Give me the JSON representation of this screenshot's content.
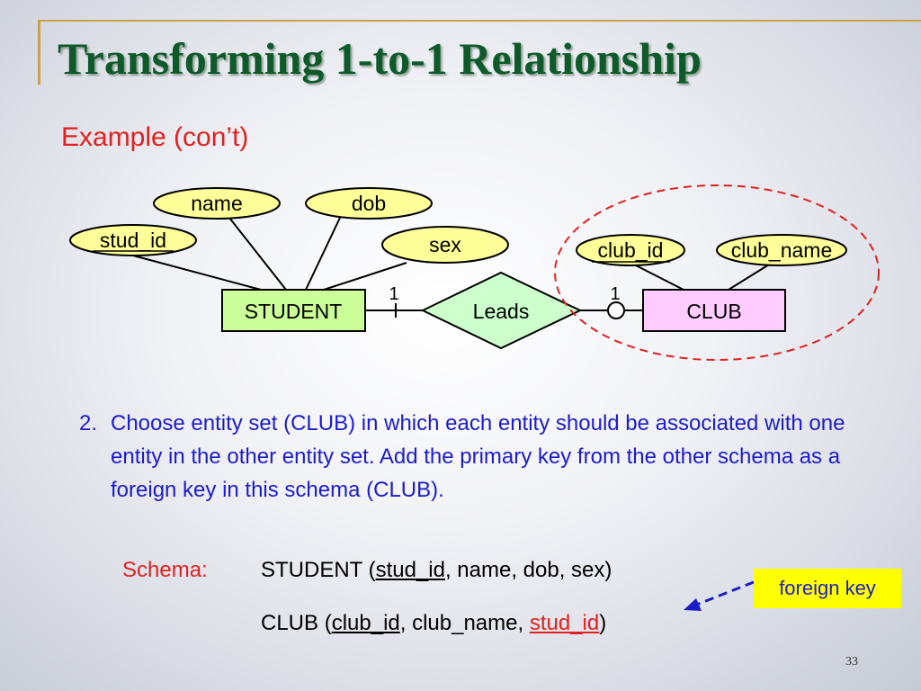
{
  "slide": {
    "title": "Transforming 1-to-1 Relationship",
    "subtitle": "Example (con’t)",
    "page_number": "33"
  },
  "diagram": {
    "entities": {
      "student": "STUDENT",
      "club": "CLUB"
    },
    "relationship": "Leads",
    "attributes": {
      "stud_id": "stud_id",
      "name": "name",
      "dob": "dob",
      "sex": "sex",
      "club_id": "club_id",
      "club_name": "club_name"
    },
    "cardinality": {
      "student_side": "1",
      "club_side": "1"
    },
    "colors": {
      "attribute_fill": "#ffff99",
      "student_fill": "#ccff99",
      "relationship_fill": "#ccffcc",
      "club_fill": "#ffccff",
      "highlight_circle": "#e02020"
    }
  },
  "content": {
    "step_number": "2.",
    "step_text": "Choose entity set (CLUB) in which each entity should be associated with one entity in the other entity set. Add the primary key from the other schema as a foreign key in this schema (CLUB).",
    "schema_label": "Schema:",
    "schema_student": {
      "name": "STUDENT (",
      "key": "stud_id",
      "rest": ", name, dob, sex)"
    },
    "schema_club": {
      "name": "CLUB (",
      "key": "club_id",
      "mid": ", club_name, ",
      "fk": "stud_id",
      "end": ")"
    },
    "foreign_key_label": "foreign key"
  }
}
